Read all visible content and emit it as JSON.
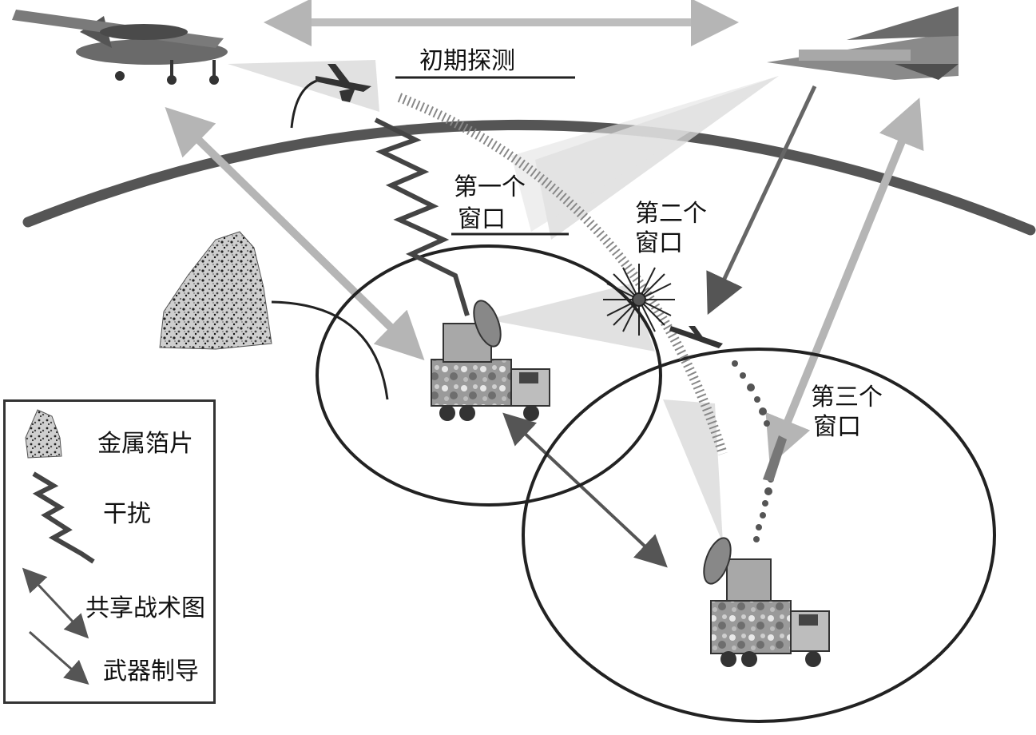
{
  "labels": {
    "initial_detection": "初期探测",
    "window1_line1": "第一个",
    "window1_line2": "窗口",
    "window2_line1": "第二个",
    "window2_line2": "窗口",
    "window3_line1": "第三个",
    "window3_line2": "窗口"
  },
  "legend": {
    "items": [
      {
        "label": "金属箔片",
        "icon": "chaff-icon"
      },
      {
        "label": "干扰",
        "icon": "jamming-icon"
      },
      {
        "label": "共享战术图",
        "icon": "double-arrow-icon"
      },
      {
        "label": "武器制导",
        "icon": "single-arrow-icon"
      }
    ]
  },
  "colors": {
    "horizon": "#555555",
    "thick_arrow": "#b5b5b5",
    "thin_arrow": "#666666",
    "beam": "#d8d8d8",
    "circle": "#222222"
  }
}
